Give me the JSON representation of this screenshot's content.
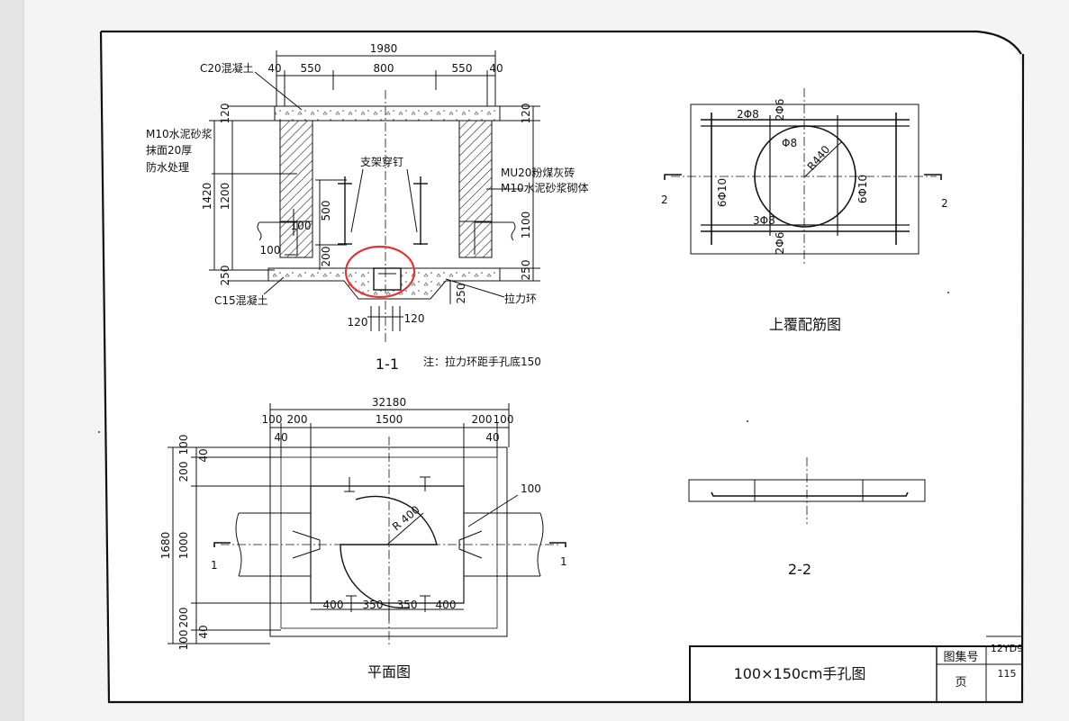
{
  "section_1_1": {
    "dims_top": {
      "total": "1980",
      "edge_left": "40",
      "side_left": "550",
      "center": "800",
      "side_right": "550",
      "edge_right": "40"
    },
    "dims_left": {
      "total_height": "1420",
      "wall": "1200",
      "top_slab": "120",
      "bottom_slab": "250",
      "pipe_gap": "100"
    },
    "dims_right": {
      "top_slab": "120",
      "wall": "1100",
      "bottom": "250",
      "sump": "250"
    },
    "dims_inner": {
      "bracket_span": "500",
      "bracket_low": "200",
      "pipe_offset": "100"
    },
    "dims_bottom": {
      "left": "120",
      "right": "120"
    },
    "labels": {
      "cover_concrete": "C20混凝土",
      "plaster_line1": "M10水泥砂浆",
      "plaster_line2": "抹面20厚",
      "plaster_line3": "防水处理",
      "bracket_nails": "支架穿钉",
      "brick_line1": "MU20粉煤灰砖",
      "brick_line2": "M10水泥砂浆砌体",
      "base_concrete": "C15混凝土",
      "pull_ring": "拉力环"
    },
    "caption": "1-1",
    "note": "注：拉力环距手孔底150"
  },
  "plan_view": {
    "dims_top": {
      "total": "32180",
      "d1": "100",
      "d2": "200",
      "center": "1500",
      "d4": "200",
      "d5": "100",
      "edge_l": "40",
      "edge_r": "40"
    },
    "dims_left": {
      "total": "1680",
      "top_a": "100",
      "top_b": "40",
      "top_c": "200",
      "middle": "1000",
      "bot_c": "200",
      "bot_b": "40",
      "bot_a": "100"
    },
    "dims_bottom": {
      "a": "400",
      "b": "350",
      "c": "350",
      "d": "400"
    },
    "radius": "R 400",
    "wall_note": "100",
    "section_mark_left": "1",
    "section_mark_right": "1",
    "caption": "平面图"
  },
  "cover_rebar": {
    "top_bars": "2Φ8",
    "top_right": "2Φ6",
    "bottom_right": "2Φ6",
    "ring_bar": "Φ8",
    "radius": "R440",
    "left_bars": "6Φ10",
    "right_bars": "6Φ10",
    "bottom_bars": "3Φ8",
    "section_mark_left": "2",
    "section_mark_right": "2",
    "caption": "上覆配筋图"
  },
  "section_2_2": {
    "caption": "2-2"
  },
  "title_block": {
    "title": "100×150cm手孔图",
    "atlas_label": "图集号",
    "atlas_value": "12YD9",
    "page_label": "页",
    "page_value": "115"
  },
  "colors": {
    "ink": "#111111",
    "paper": "#ffffff",
    "background": "#f4f4f4",
    "highlight": "#e0353a"
  }
}
